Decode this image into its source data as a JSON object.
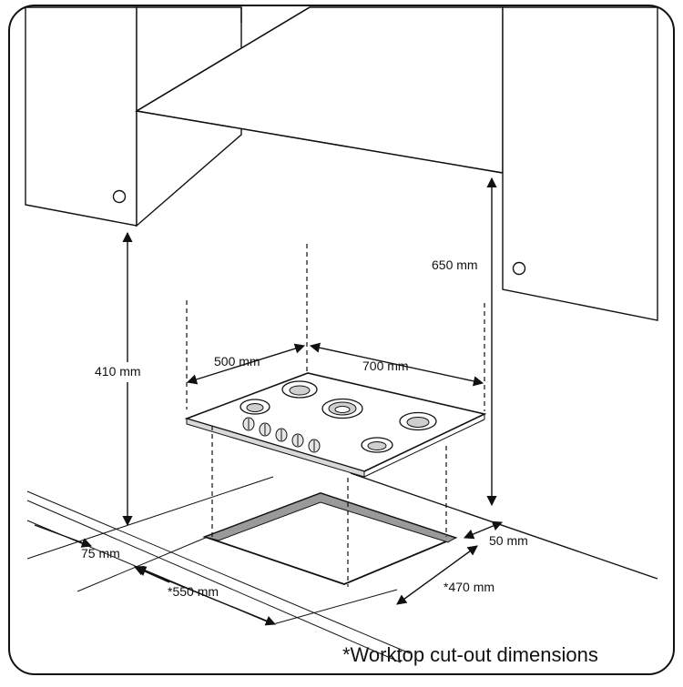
{
  "diagram": {
    "dimensions": {
      "hood_height": "650 mm",
      "cabinet_clearance": "410 mm",
      "left_width": "500 mm",
      "right_width": "700 mm",
      "front_offset": "75 mm",
      "cutout_width": "*550 mm",
      "cutout_depth": "*470 mm",
      "back_offset": "50 mm"
    },
    "caption": "*Worktop cut-out dimensions"
  }
}
